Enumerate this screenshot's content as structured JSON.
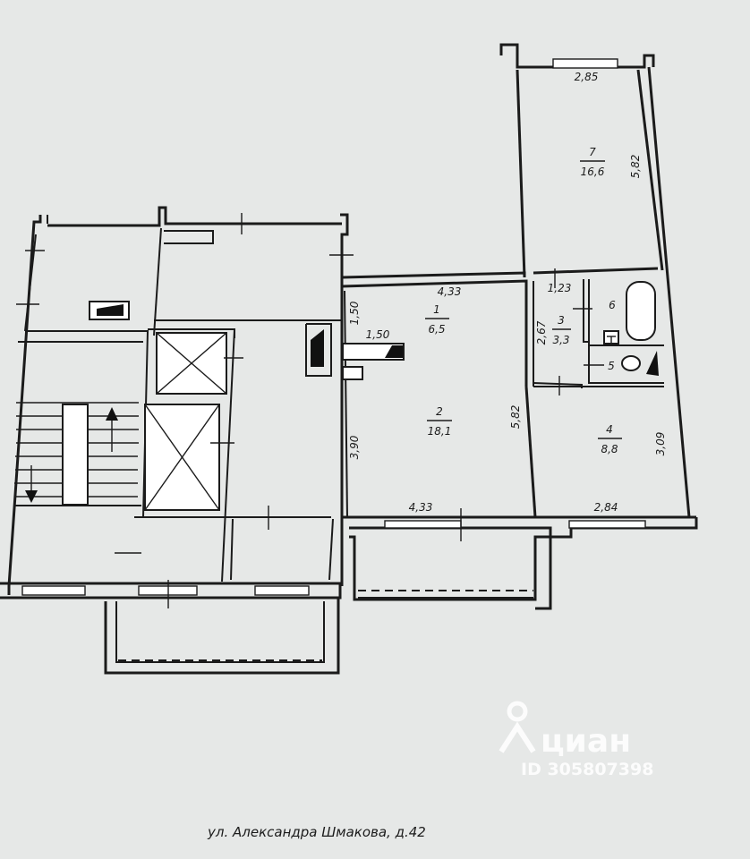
{
  "rooms": [
    {
      "num": "1",
      "area": "6,5"
    },
    {
      "num": "2",
      "area": "18,1"
    },
    {
      "num": "3",
      "area": "3,3"
    },
    {
      "num": "4",
      "area": "8,8"
    },
    {
      "num": "5",
      "area": ""
    },
    {
      "num": "6",
      "area": ""
    },
    {
      "num": "7",
      "area": "16,6"
    }
  ],
  "dimensions": {
    "room7_width": "2,85",
    "room7_length": "5,82",
    "hall_top_width": "4,33",
    "hall_depth_left": "1,50",
    "hall_niche": "1,50",
    "room3_width": "1,23",
    "room3_depth": "2,67",
    "room2_depth": "5,82",
    "living_left_depth": "3,90",
    "room2_bottom_width": "4,33",
    "room4_width": "2,84",
    "room4_depth": "3,09"
  },
  "address": "ул. Александра Шмакова, д.42",
  "watermark": {
    "brand": "циан",
    "id": "ID 305807398"
  }
}
